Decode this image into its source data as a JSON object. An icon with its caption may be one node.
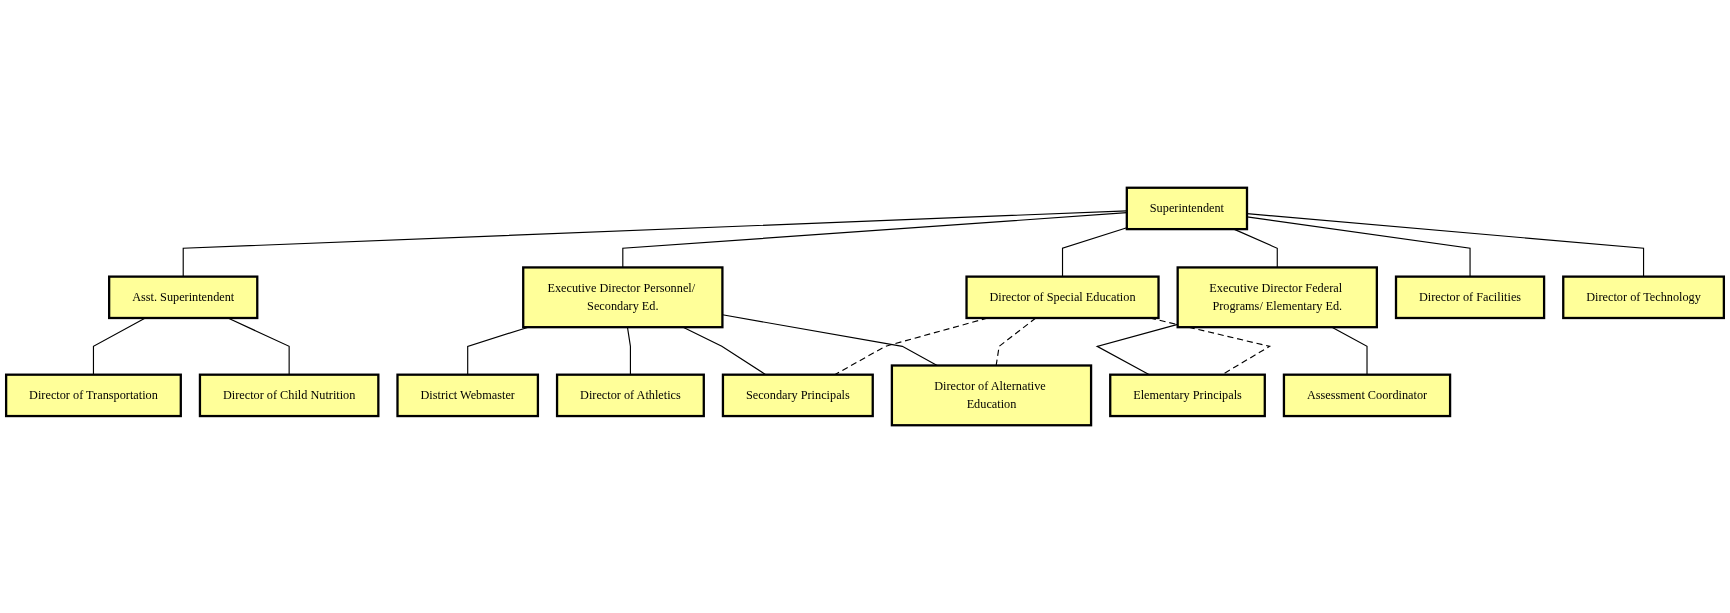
{
  "diagram": {
    "nodes": [
      {
        "text": [
          "Superintendent"
        ]
      },
      {
        "text": [
          "Asst. Superintendent"
        ]
      },
      {
        "text": [
          "Executive Director Personnel/ Secondary Ed."
        ]
      },
      {
        "text": [
          "Director of Special Education"
        ]
      },
      {
        "text": [
          "Executive Director Federal Programs/ Elementary Ed."
        ]
      },
      {
        "text": [
          "Director of Facilities"
        ]
      },
      {
        "text": [
          "Director of Technology"
        ]
      },
      {
        "text": [
          "Director of Transportation"
        ]
      },
      {
        "text": [
          "Director of Child Nutrition"
        ]
      },
      {
        "text": [
          "Assessment Coordinator"
        ]
      },
      {
        "text": [
          "District Webmaster"
        ]
      },
      {
        "text": [
          "Director of Athletics"
        ]
      },
      {
        "text": [
          "Secondary Principals"
        ]
      },
      {
        "text": [
          "Director of Alternative Education"
        ]
      },
      {
        "text": [
          "Elementary Principals"
        ]
      }
    ],
    "edges": [
      {
        "from": 0,
        "to": 1,
        "arrow": "none"
      },
      {
        "from": 0,
        "to": 2,
        "arrow": "none"
      },
      {
        "from": 0,
        "to": 3,
        "arrow": "none"
      },
      {
        "from": 0,
        "to": 4,
        "arrow": "none"
      },
      {
        "from": 0,
        "to": 5,
        "arrow": "none"
      },
      {
        "from": 0,
        "to": 6,
        "arrow": "none"
      },
      {
        "from": 1,
        "to": 7,
        "arrow": "none"
      },
      {
        "from": 1,
        "to": 8,
        "arrow": "none"
      },
      {
        "from": 4,
        "to": 9,
        "arrow": "none"
      },
      {
        "from": 2,
        "to": 10,
        "arrow": "none"
      },
      {
        "from": 2,
        "to": 11,
        "arrow": "none"
      },
      {
        "from": 2,
        "to": 12,
        "arrow": "none"
      },
      {
        "from": 2,
        "to": 13,
        "arrow": "none"
      },
      {
        "from": 4,
        "to": 14,
        "arrow": "none"
      },
      {
        "from": 3,
        "to": 12,
        "arrow": "none",
        "style": "dashed"
      },
      {
        "from": 3,
        "to": 13,
        "arrow": "none",
        "style": "dashed"
      },
      {
        "from": 3,
        "to": 14,
        "arrow": "none",
        "style": "dashed"
      }
    ]
  }
}
